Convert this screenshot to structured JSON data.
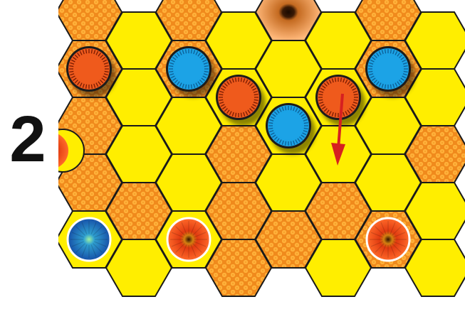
{
  "step": {
    "number": "2"
  },
  "colors": {
    "background": "#ffffff",
    "yellow_cell": "#ffee00",
    "honeycomb_cell": "#f08a1c",
    "honeycomb_dot": "#ffb13a",
    "orange_piece": "#ef5a1c",
    "blue_piece": "#1aa3e6",
    "arrow": "#d62020",
    "grid_line": "#1a1a1a"
  },
  "board": {
    "cells": [
      {
        "col": 0,
        "row": 0,
        "type": "honeycomb"
      },
      {
        "col": 0,
        "row": 1,
        "type": "honeycomb"
      },
      {
        "col": 0,
        "row": 2,
        "type": "honeycomb"
      },
      {
        "col": 0,
        "row": 3,
        "type": "honeycomb"
      },
      {
        "col": 0,
        "row": 4,
        "type": "yellow"
      },
      {
        "col": 1,
        "row": 0,
        "type": "yellow"
      },
      {
        "col": 1,
        "row": 1,
        "type": "yellow"
      },
      {
        "col": 1,
        "row": 2,
        "type": "yellow"
      },
      {
        "col": 1,
        "row": 3,
        "type": "honeycomb"
      },
      {
        "col": 1,
        "row": 4,
        "type": "yellow"
      },
      {
        "col": 2,
        "row": 0,
        "type": "honeycomb"
      },
      {
        "col": 2,
        "row": 1,
        "type": "honeycomb"
      },
      {
        "col": 2,
        "row": 2,
        "type": "yellow"
      },
      {
        "col": 2,
        "row": 3,
        "type": "yellow"
      },
      {
        "col": 2,
        "row": 4,
        "type": "yellow"
      },
      {
        "col": 3,
        "row": 0,
        "type": "yellow"
      },
      {
        "col": 3,
        "row": 1,
        "type": "yellow"
      },
      {
        "col": 3,
        "row": 2,
        "type": "honeycomb"
      },
      {
        "col": 3,
        "row": 3,
        "type": "honeycomb"
      },
      {
        "col": 3,
        "row": 4,
        "type": "honeycomb"
      },
      {
        "col": 4,
        "row": 0,
        "type": "sunflower"
      },
      {
        "col": 4,
        "row": 1,
        "type": "yellow"
      },
      {
        "col": 4,
        "row": 2,
        "type": "yellow"
      },
      {
        "col": 4,
        "row": 3,
        "type": "yellow"
      },
      {
        "col": 4,
        "row": 4,
        "type": "honeycomb"
      },
      {
        "col": 5,
        "row": 0,
        "type": "yellow"
      },
      {
        "col": 5,
        "row": 1,
        "type": "yellow"
      },
      {
        "col": 5,
        "row": 2,
        "type": "yellow"
      },
      {
        "col": 5,
        "row": 3,
        "type": "honeycomb"
      },
      {
        "col": 5,
        "row": 4,
        "type": "yellow"
      },
      {
        "col": 6,
        "row": 0,
        "type": "honeycomb"
      },
      {
        "col": 6,
        "row": 1,
        "type": "honeycomb"
      },
      {
        "col": 6,
        "row": 2,
        "type": "yellow"
      },
      {
        "col": 6,
        "row": 3,
        "type": "yellow"
      },
      {
        "col": 6,
        "row": 4,
        "type": "honeycomb"
      },
      {
        "col": 7,
        "row": 0,
        "type": "yellow"
      },
      {
        "col": 7,
        "row": 1,
        "type": "yellow"
      },
      {
        "col": 7,
        "row": 2,
        "type": "honeycomb"
      },
      {
        "col": 7,
        "row": 3,
        "type": "yellow"
      },
      {
        "col": 7,
        "row": 4,
        "type": "yellow"
      }
    ],
    "pieces": [
      {
        "col": 0,
        "row": 1,
        "color": "orange"
      },
      {
        "col": 2,
        "row": 1,
        "color": "blue"
      },
      {
        "col": 3,
        "row": 1,
        "color": "orange"
      },
      {
        "col": 4,
        "row": 2,
        "color": "blue"
      },
      {
        "col": 5,
        "row": 1,
        "color": "orange"
      },
      {
        "col": 6,
        "row": 1,
        "color": "blue"
      }
    ],
    "flowers": [
      {
        "col": 0,
        "row": 4,
        "kind": "blue-flower"
      },
      {
        "col": 2,
        "row": 4,
        "kind": "red-flower"
      },
      {
        "col": 6,
        "row": 4,
        "kind": "red-flower"
      },
      {
        "col": -1,
        "row": 2,
        "kind": "red-flower-partial"
      }
    ],
    "arrow": {
      "from": {
        "col": 5,
        "row": 1
      },
      "direction": "down"
    }
  }
}
